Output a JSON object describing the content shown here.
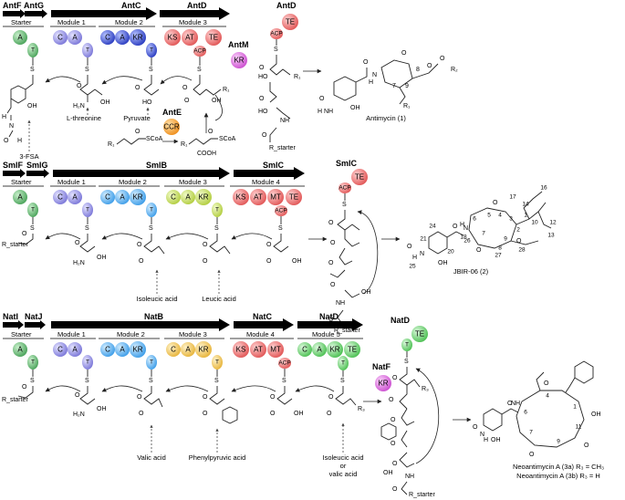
{
  "colors": {
    "A": "#6bbf7a",
    "T": "#6bbf7a",
    "C_purple": "#9a97e6",
    "A_purple": "#9a97e6",
    "blue_dark": "#3a4fc9",
    "red": "#ee6b6b",
    "pink": "#e276e2",
    "orange": "#f3a23b",
    "cyan": "#5fb3ee",
    "yellow_green": "#c9df6a",
    "gold": "#f2c65a",
    "green_bright": "#79d37c"
  },
  "panel1": {
    "genes": [
      "AntF",
      "AntG",
      "AntC",
      "AntD"
    ],
    "starter": "Starter",
    "modules": [
      "Module 1",
      "Module 2",
      "Module 3"
    ],
    "domains": {
      "a": "A",
      "t": "T",
      "c": "C",
      "kr": "KR",
      "ks": "KS",
      "at": "AT",
      "te": "TE",
      "acp": "ACP"
    },
    "antd_label": "AntD",
    "antm": "AntM",
    "kr": "KR",
    "ante": "AntE",
    "ccr": "CCR",
    "fsa": "3-FSA",
    "threonine": "L-threonine",
    "pyruvate": "Pyruvate",
    "product": "Antimycin (1)",
    "atoms": {
      "h": "H",
      "o": "O",
      "oh": "OH",
      "nh": "NH",
      "n": "N",
      "s": "S",
      "h2n": "H₂N",
      "ho": "HO",
      "r1": "R₁",
      "r2": "R₂",
      "rstarter": "R_starter",
      "scoa": "SCoA",
      "cooh": "COOH"
    },
    "ring_nums": {
      "n7": "7",
      "n8": "8",
      "n9": "9"
    }
  },
  "panel2": {
    "genes": [
      "SmlF",
      "SmlG",
      "SmlB",
      "SmlC"
    ],
    "starter": "Starter",
    "modules": [
      "Module 1",
      "Module 2",
      "Module 3",
      "Module 4"
    ],
    "domains": {
      "a": "A",
      "t": "T",
      "c": "C",
      "kr": "KR",
      "ks": "KS",
      "at": "AT",
      "mt": "MT",
      "te": "TE",
      "acp": "ACP"
    },
    "smlc_label": "SmlC",
    "isoleucic": "Isoleucic acid",
    "leucic": "Leucic acid",
    "product": "JBIR-06 (2)",
    "atoms": {
      "o": "O",
      "oh": "OH",
      "nh": "NH",
      "n": "N",
      "s": "S",
      "h2n": "H₂N",
      "h": "H",
      "rstarter": "R_starter"
    },
    "ring_nums": {
      "n1": "1",
      "n2": "2",
      "n3": "3",
      "n4": "4",
      "n5": "5",
      "n6": "6",
      "n7": "7",
      "n8": "8",
      "n9": "9",
      "n10": "10",
      "n12": "12",
      "n13": "13",
      "n14": "14",
      "n16": "16",
      "n17": "17",
      "n18": "18",
      "n20": "20",
      "n21": "21",
      "n24": "24",
      "n25": "25",
      "n26": "26",
      "n27": "27",
      "n28": "28"
    }
  },
  "panel3": {
    "genes": [
      "NatI",
      "NatJ",
      "NatB",
      "NatC",
      "NatD"
    ],
    "starter": "Starter",
    "modules": [
      "Module 1",
      "Module 2",
      "Module 3",
      "Module 4",
      "Module 5"
    ],
    "domains": {
      "a": "A",
      "t": "T",
      "c": "C",
      "kr": "KR",
      "ks": "KS",
      "at": "AT",
      "mt": "MT",
      "te": "TE",
      "acp": "ACP"
    },
    "natd_label": "NatD",
    "natf": "NatF",
    "kr": "KR",
    "valic": "Valic acid",
    "phenylpyruvic": "Phenylpyruvic acid",
    "isoleucic": "Isoleucic acid",
    "or": "or",
    "valic2": "valic acid",
    "product_a": "Neoantimycin A (3a) R₃ = CH₃",
    "product_b": "Neoantimycin A (3b) R₃ = H",
    "atoms": {
      "o": "O",
      "oh": "OH",
      "nh": "NH",
      "n": "N",
      "s": "S",
      "h2n": "H₂N",
      "h": "H",
      "r3": "R₃",
      "rstarter": "R_starter"
    },
    "ring_nums": {
      "n1": "1",
      "n4": "4",
      "n6": "6",
      "n7": "7",
      "n9": "9",
      "n11": "11"
    }
  }
}
